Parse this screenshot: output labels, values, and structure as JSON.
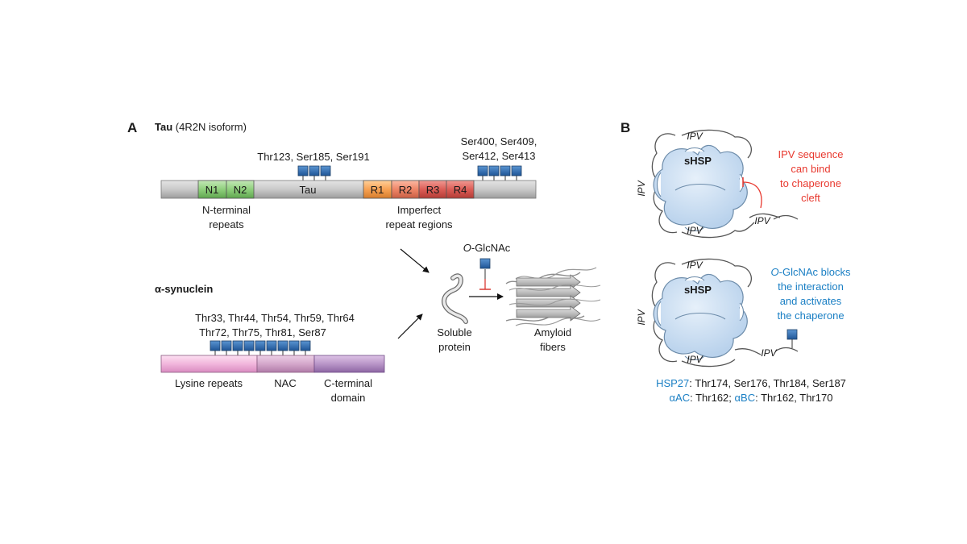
{
  "panel_a": {
    "letter": "A",
    "tau": {
      "title_bold": "Tau",
      "title_rest": " (4R2N isoform)",
      "sites_1": "Thr123, Ser185, Ser191",
      "sites_2_line1": "Ser400, Ser409,",
      "sites_2_line2": "Ser412, Ser413",
      "domains": {
        "n1": "N1",
        "n2": "N2",
        "tau": "Tau",
        "r1": "R1",
        "r2": "R2",
        "r3": "R3",
        "r4": "R4"
      },
      "label_nterm_1": "N-terminal",
      "label_nterm_2": "repeats",
      "label_repeat_1": "Imperfect",
      "label_repeat_2": "repeat regions"
    },
    "asyn": {
      "title": "α-synuclein",
      "sites_line1": "Thr33, Thr44, Thr54, Thr59, Thr64",
      "sites_line2": "Thr72, Thr75, Thr81, Ser87",
      "label_lysine": "Lysine repeats",
      "label_nac": "NAC",
      "label_cterm_1": "C-terminal",
      "label_cterm_2": "domain"
    },
    "aggregation": {
      "oglcnac_italic": "O",
      "oglcnac_rest": "-GlcNAc",
      "soluble_1": "Soluble",
      "soluble_2": "protein",
      "amyloid_1": "Amyloid",
      "amyloid_2": "fibers"
    }
  },
  "panel_b": {
    "letter": "B",
    "shsp_label": "sHSP",
    "ipv": "IPV",
    "top_note": [
      "IPV sequence",
      "can bind",
      "to chaperone",
      "cleft"
    ],
    "bottom_note_italic": "O",
    "bottom_note_line1_rest": "-GlcNAc blocks",
    "bottom_note_lines": [
      "the interaction",
      "and activates",
      "the chaperone"
    ],
    "hsp27_name": "HSP27",
    "hsp27_sites": ": Thr174, Ser176, Thr184, Ser187",
    "aac_name": "αAC",
    "aac_sites": ": Thr162; ",
    "abc_name": "αBC",
    "abc_sites": ": Thr162, Thr170"
  },
  "colors": {
    "glcnac_square": "#2f6fb3",
    "red_note": "#e8392f",
    "blue_note": "#1a7fc4",
    "chaperone": "#c9ddf0"
  }
}
